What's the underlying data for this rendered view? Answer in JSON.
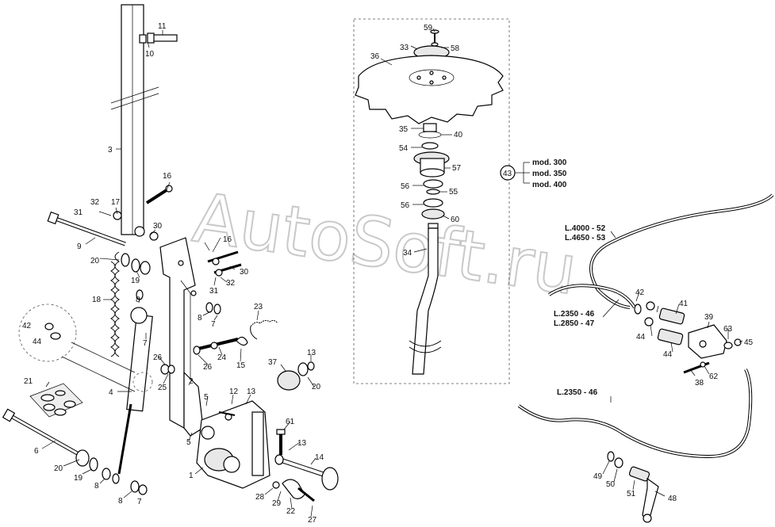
{
  "watermark": "AutoSoft.ru",
  "callouts": {
    "c1": "1",
    "c2": "2",
    "c3": "3",
    "c4": "4",
    "c5a": "5",
    "c5b": "5",
    "c6": "6",
    "c7a": "7",
    "c7b": "7",
    "c8a": "8",
    "c8b": "8",
    "c8c": "8",
    "c8d": "8",
    "c9": "9",
    "c10": "10",
    "c11": "11",
    "c12": "12",
    "c13a": "13",
    "c13b": "13",
    "c13c": "13",
    "c14": "14",
    "c15": "15",
    "c16a": "16",
    "c16b": "16",
    "c17": "17",
    "c18": "18",
    "c19a": "19",
    "c19b": "19",
    "c20a": "20",
    "c20b": "20",
    "c20c": "20",
    "c21": "21",
    "c22": "22",
    "c23": "23",
    "c24": "24",
    "c25": "25",
    "c26a": "26",
    "c26b": "26",
    "c27": "27",
    "c28": "28",
    "c29": "29",
    "c30a": "30",
    "c30b": "30",
    "c31a": "31",
    "c31b": "31",
    "c32a": "32",
    "c32b": "32",
    "c33": "33",
    "c34": "34",
    "c35": "35",
    "c36": "36",
    "c37": "37",
    "c38": "38",
    "c39": "39",
    "c40": "40",
    "c41": "41",
    "c42a": "42",
    "c42b": "42",
    "c43": "43",
    "c44a": "44",
    "c44b": "44",
    "c44c": "44",
    "c45": "45",
    "c48": "48",
    "c49": "49",
    "c50": "50",
    "c51": "51",
    "c54": "54",
    "c55": "55",
    "c56a": "56",
    "c56b": "56",
    "c57": "57",
    "c58": "58",
    "c59": "59",
    "c60": "60",
    "c61": "61",
    "c62": "62",
    "c63": "63"
  },
  "models": [
    "mod. 300",
    "mod. 350",
    "mod. 400"
  ],
  "hoses": {
    "h1a": "L.4000 - 52",
    "h1b": "L.4650 - 53",
    "h2a": "L.2350 - 46",
    "h2b": "L.2850 - 47",
    "h3": "L.2350 - 46"
  }
}
